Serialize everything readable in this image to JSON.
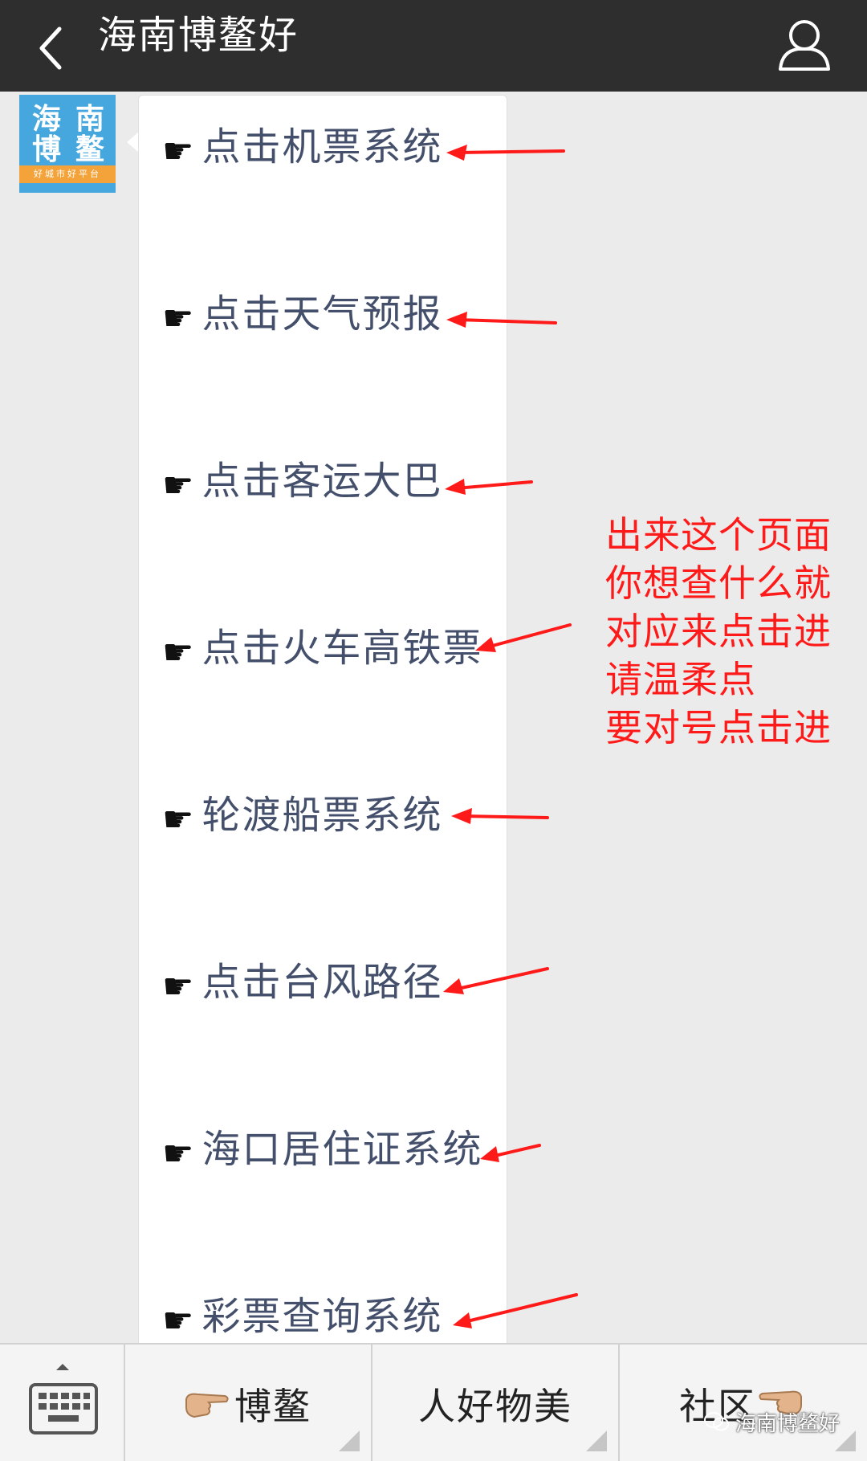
{
  "header": {
    "title": "海南博鳌好"
  },
  "avatar": {
    "chars": [
      "海",
      "南",
      "博",
      "鳌"
    ],
    "tagline": "好城市好平台",
    "bg_color": "#45a7de",
    "strip_color": "#f3a33a"
  },
  "menu": {
    "pointer_icon": "☛",
    "items": [
      {
        "label": "点击机票系统"
      },
      {
        "label": "点击天气预报"
      },
      {
        "label": "点击客运大巴"
      },
      {
        "label": "点击火车高铁票"
      },
      {
        "label": "轮渡船票系统"
      },
      {
        "label": "点击台风路径"
      },
      {
        "label": "海口居住证系统"
      },
      {
        "label": "彩票查询系统"
      }
    ],
    "label_color": "#44506b"
  },
  "note": {
    "lines": [
      "出来这个页面",
      "你想查什么就",
      "对应来点击进",
      "请温柔点",
      "要对号点击进"
    ],
    "color": "#ff1a1a"
  },
  "bottom_bar": {
    "tabs": [
      {
        "label": "博鳌",
        "icon": "hand-pointing-right-icon"
      },
      {
        "label": "人好物美"
      },
      {
        "label": "社区",
        "icon": "hand-pointing-left-icon"
      }
    ]
  },
  "watermark": {
    "text": "海南博鳌好"
  }
}
